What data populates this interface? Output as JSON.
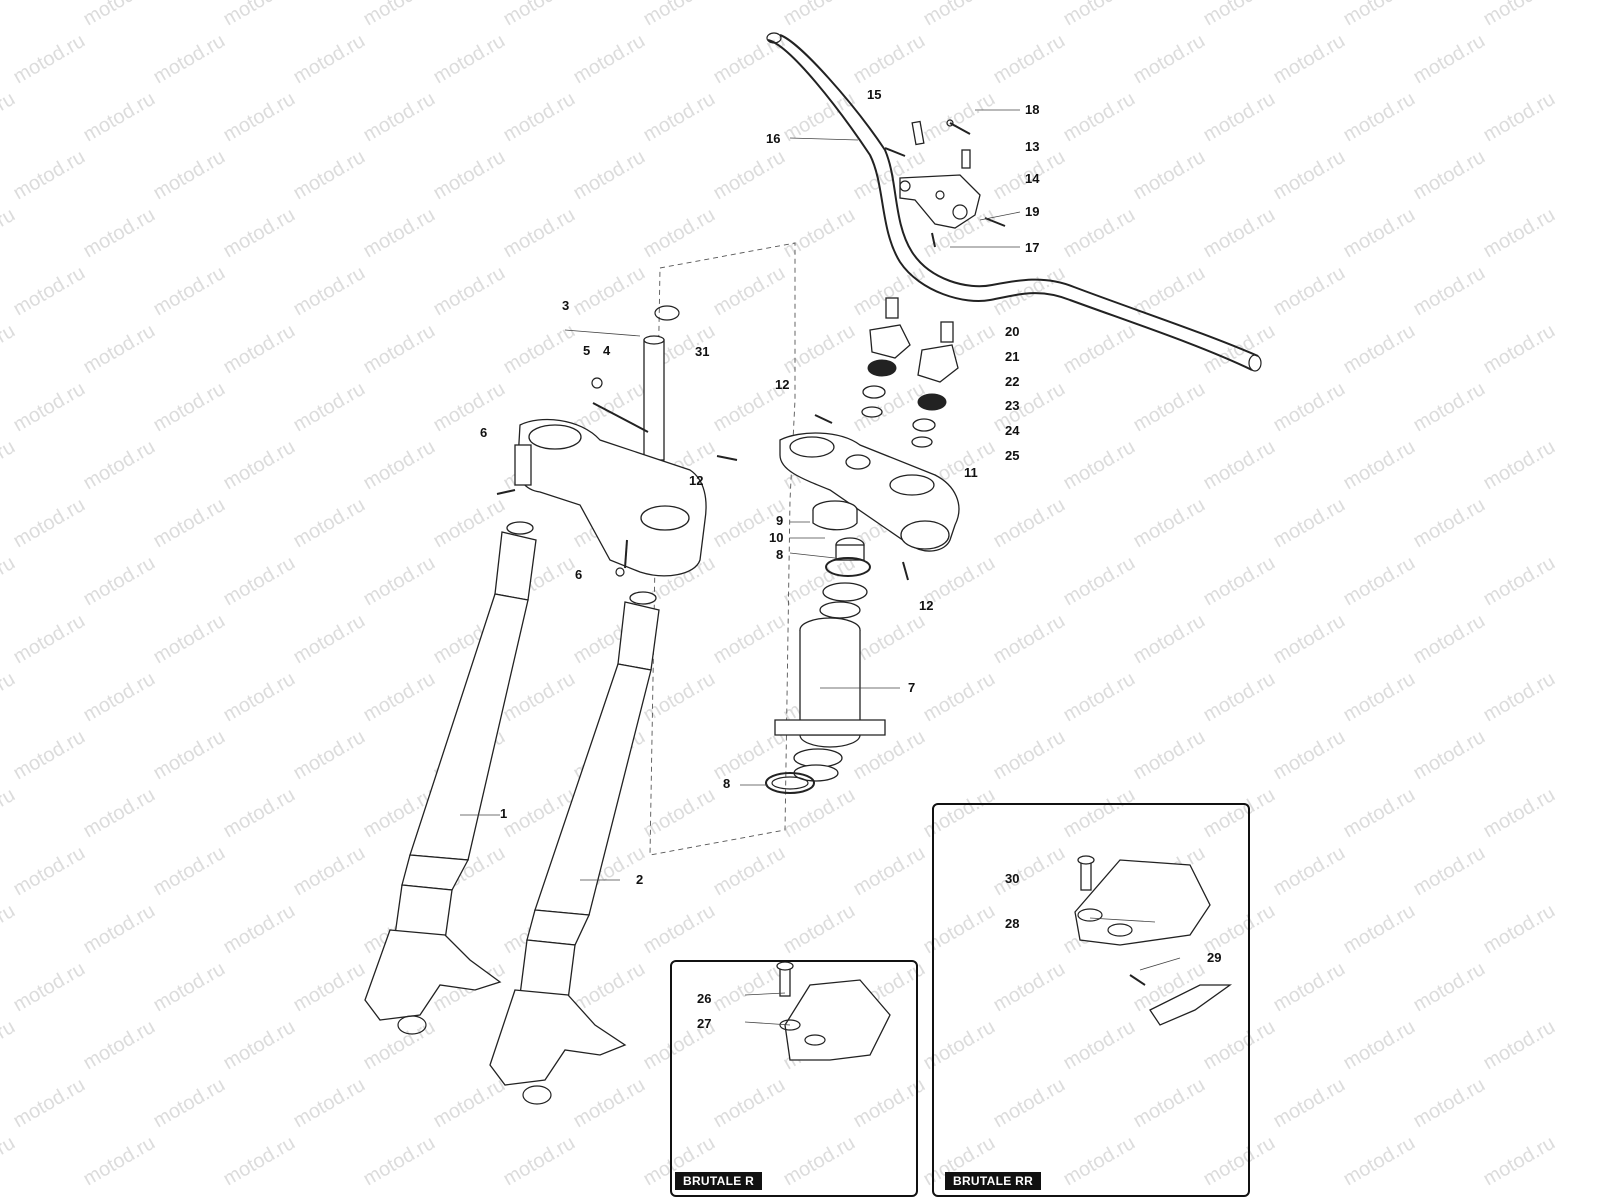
{
  "watermark": "motod.ru",
  "callouts": [
    {
      "id": "c1",
      "text": "1"
    },
    {
      "id": "c2",
      "text": "2"
    },
    {
      "id": "c3",
      "text": "3"
    },
    {
      "id": "c4",
      "text": "4"
    },
    {
      "id": "c5",
      "text": "5"
    },
    {
      "id": "c6a",
      "text": "6"
    },
    {
      "id": "c6b",
      "text": "6"
    },
    {
      "id": "c7",
      "text": "7"
    },
    {
      "id": "c8a",
      "text": "8"
    },
    {
      "id": "c8b",
      "text": "8"
    },
    {
      "id": "c9",
      "text": "9"
    },
    {
      "id": "c10",
      "text": "10"
    },
    {
      "id": "c11",
      "text": "11"
    },
    {
      "id": "c12a",
      "text": "12"
    },
    {
      "id": "c12b",
      "text": "12"
    },
    {
      "id": "c12c",
      "text": "12"
    },
    {
      "id": "c13",
      "text": "13"
    },
    {
      "id": "c14",
      "text": "14"
    },
    {
      "id": "c15",
      "text": "15"
    },
    {
      "id": "c16",
      "text": "16"
    },
    {
      "id": "c17",
      "text": "17"
    },
    {
      "id": "c18",
      "text": "18"
    },
    {
      "id": "c19",
      "text": "19"
    },
    {
      "id": "c20",
      "text": "20"
    },
    {
      "id": "c21",
      "text": "21"
    },
    {
      "id": "c22",
      "text": "22"
    },
    {
      "id": "c23",
      "text": "23"
    },
    {
      "id": "c24",
      "text": "24"
    },
    {
      "id": "c25",
      "text": "25"
    },
    {
      "id": "c26",
      "text": "26"
    },
    {
      "id": "c27",
      "text": "27"
    },
    {
      "id": "c28",
      "text": "28"
    },
    {
      "id": "c29",
      "text": "29"
    },
    {
      "id": "c30",
      "text": "30"
    },
    {
      "id": "c31",
      "text": "31"
    }
  ],
  "insets": {
    "brutale_r": {
      "label": "BRUTALE R"
    },
    "brutale_rr": {
      "label": "BRUTALE RR"
    }
  }
}
